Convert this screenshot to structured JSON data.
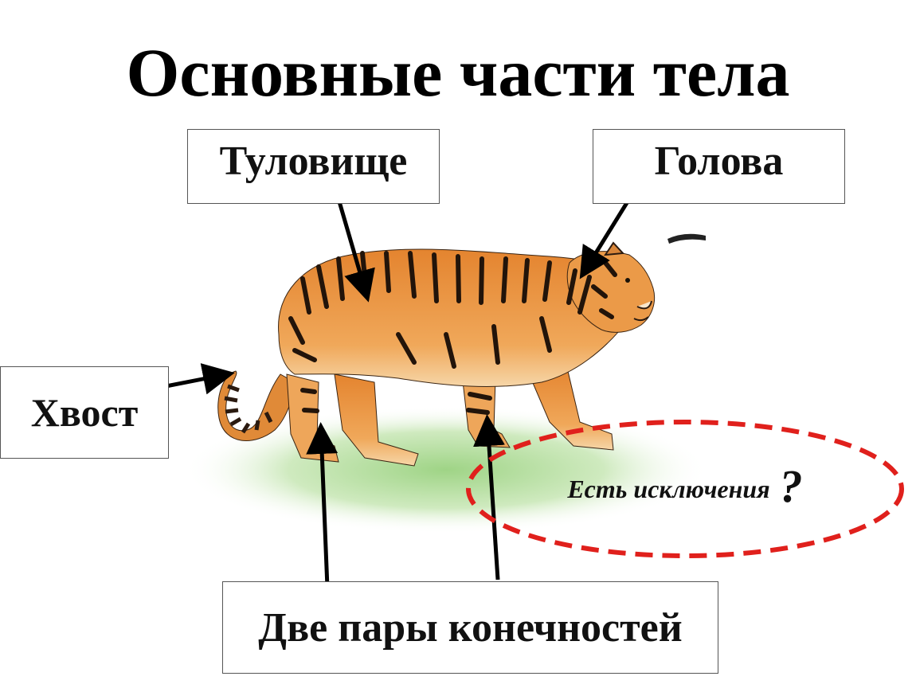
{
  "title": "Основные части тела",
  "labels": {
    "torso": "Туловище",
    "head": "Голова",
    "tail": "Хвост",
    "limbs": "Две пары конечностей"
  },
  "exception": {
    "text": "Есть исключения",
    "mark": "?"
  },
  "colors": {
    "tiger_orange": "#e89a45",
    "tiger_stripe": "#2a1a10",
    "grass": "#bfe3a8",
    "dashed_ellipse": "#e0201c",
    "arrow": "#000000"
  },
  "image": {
    "subject": "tiger-illustration"
  }
}
